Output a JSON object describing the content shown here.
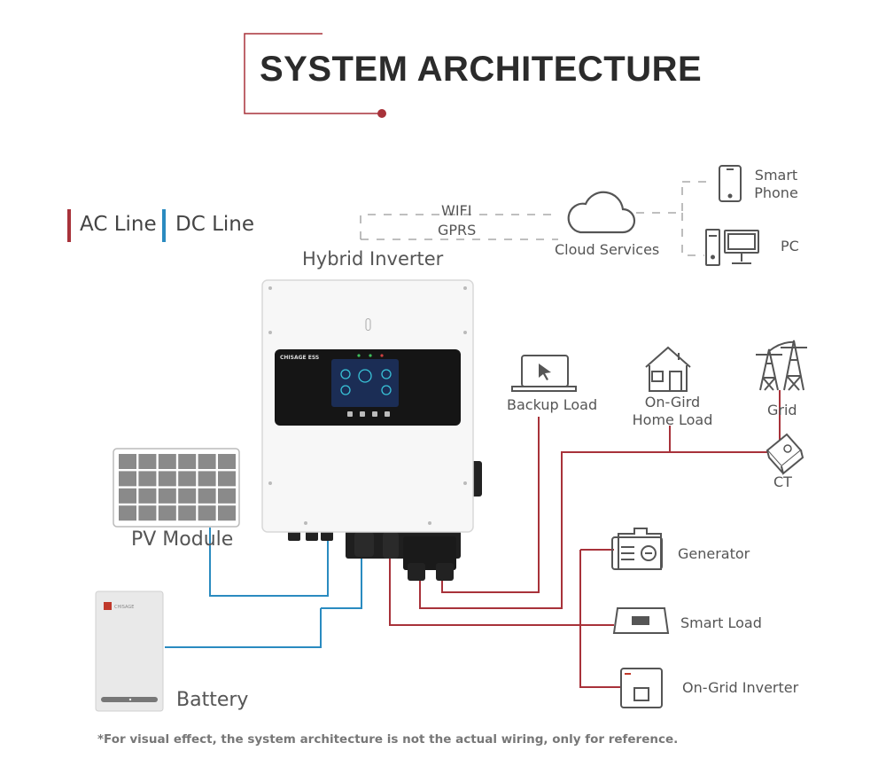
{
  "title": "SYSTEM ARCHITECTURE",
  "legend": {
    "ac_line": "AC Line",
    "dc_line": "DC Line",
    "ac_color": "#a8323a",
    "dc_color": "#2a8bc0"
  },
  "labels": {
    "wifi": "WIFI",
    "gprs": "GPRS",
    "cloud_services": "Cloud Services",
    "smart_phone_line1": "Smart",
    "smart_phone_line2": "Phone",
    "pc": "PC",
    "hybrid_inverter": "Hybrid Inverter",
    "backup_load": "Backup Load",
    "on_grid_home_load_line1": "On-Gird",
    "on_grid_home_load_line2": "Home Load",
    "grid": "Grid",
    "ct": "CT",
    "pv_module": "PV Module",
    "generator": "Generator",
    "smart_load": "Smart Load",
    "on_grid_inverter": "On-Grid Inverter",
    "battery": "Battery"
  },
  "inverter": {
    "brand": "CHISAGE ESS"
  },
  "footnote": "*For visual effect, the system architecture is not the actual wiring, only for reference."
}
